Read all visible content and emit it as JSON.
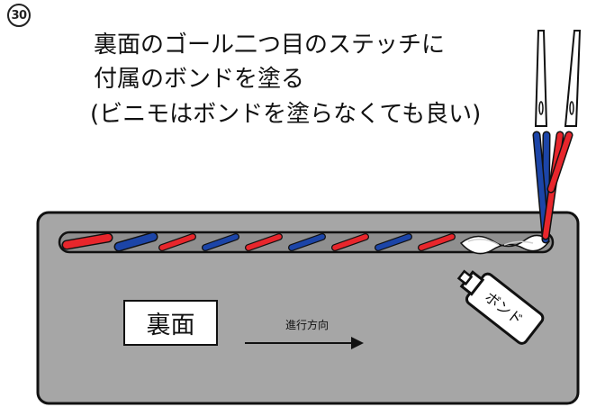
{
  "step_number": "30",
  "instruction": {
    "line1": "裏面のゴール二つ目のステッチに",
    "line2": "付属のボンドを塗る",
    "line3": "(ビニモはボンドを塗らなくても良い)"
  },
  "surface_label": "裏面",
  "direction_label": "進行方向",
  "bond_tube_label": "ボンド",
  "colors": {
    "leather": "#a6a6a6",
    "thread_red": "#e8262c",
    "thread_blue": "#1c45a8",
    "bond": "#ffffff",
    "outline": "#111111"
  },
  "icons": [
    "needle-icon",
    "bond-tube-icon",
    "arrow-right-icon"
  ]
}
